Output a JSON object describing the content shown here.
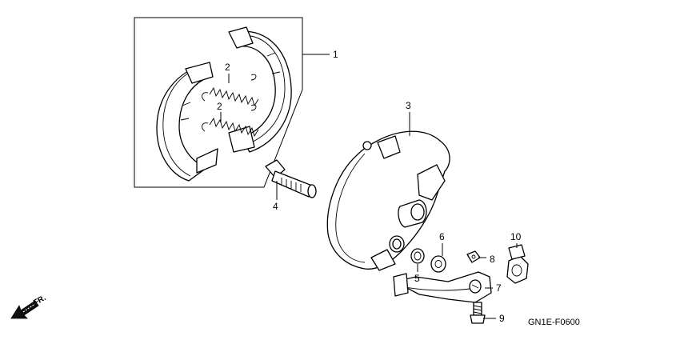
{
  "callouts": [
    "1",
    "2",
    "2",
    "3",
    "4",
    "5",
    "6",
    "7",
    "8",
    "9",
    "10"
  ],
  "direction_label": "FR.",
  "figure_code": "GN1E-F0600"
}
